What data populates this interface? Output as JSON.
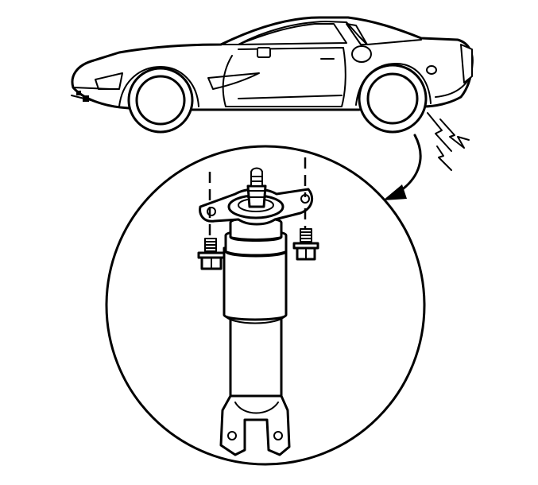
{
  "figure": {
    "subject": "rear-shock-absorber-removal",
    "parts": [
      "car-side-view",
      "rear-wheel-callout",
      "curved-arrow",
      "detail-circle",
      "shock-absorber",
      "upper-mount-plate",
      "mounting-bolts"
    ],
    "colors": {
      "line": "#000000",
      "background": "#ffffff"
    }
  }
}
